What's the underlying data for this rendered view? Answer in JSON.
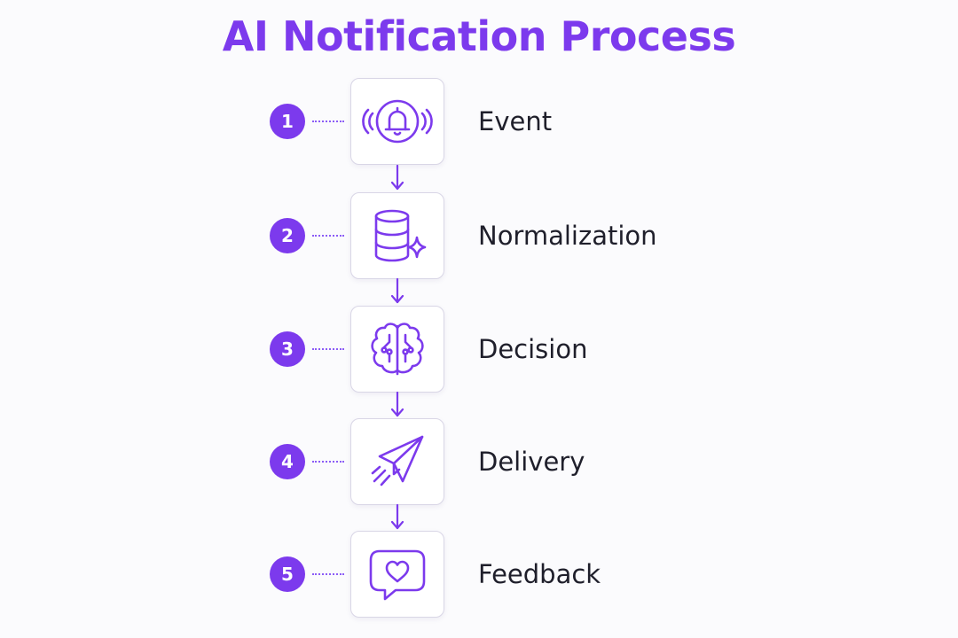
{
  "title": "AI Notification Process",
  "accent_color": "#7c3aed",
  "steps": [
    {
      "number": "1",
      "label": "Event",
      "icon": "bell-ringing-icon"
    },
    {
      "number": "2",
      "label": "Normalization",
      "icon": "database-sparkle-icon"
    },
    {
      "number": "3",
      "label": "Decision",
      "icon": "brain-circuit-icon"
    },
    {
      "number": "4",
      "label": "Delivery",
      "icon": "paper-plane-icon"
    },
    {
      "number": "5",
      "label": "Feedback",
      "icon": "chat-heart-icon"
    }
  ]
}
